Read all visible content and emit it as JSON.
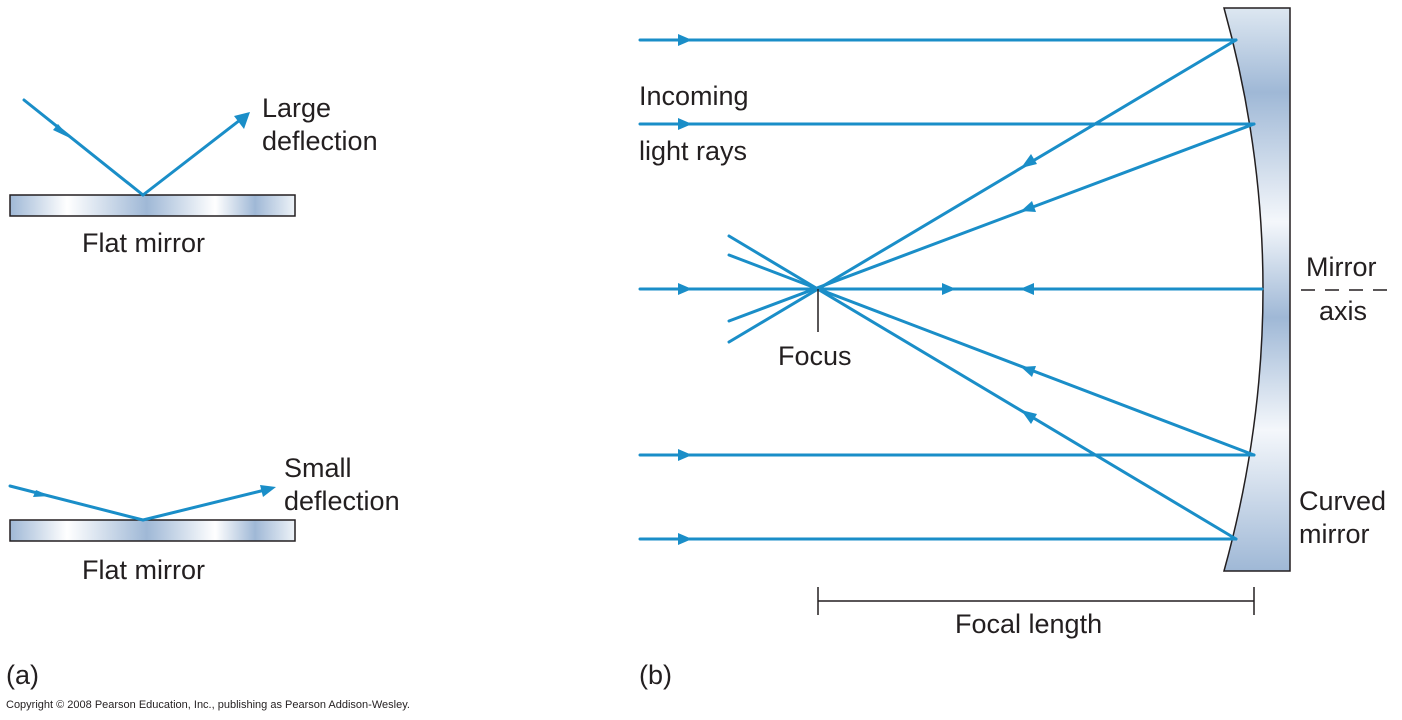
{
  "panel_a": {
    "panel_label": "(a)",
    "top": {
      "deflection_line1": "Large",
      "deflection_line2": "deflection",
      "mirror_label": "Flat mirror"
    },
    "bottom": {
      "deflection_line1": "Small",
      "deflection_line2": "deflection",
      "mirror_label": "Flat mirror"
    }
  },
  "panel_b": {
    "panel_label": "(b)",
    "incoming_line1": "Incoming",
    "incoming_line2": "light rays",
    "focus_label": "Focus",
    "axis_line1": "Mirror",
    "axis_line2": "axis",
    "mirror_line1": "Curved",
    "mirror_line2": "mirror",
    "focal_length_label": "Focal length"
  },
  "copyright": "Copyright © 2008 Pearson Education, Inc., publishing as Pearson Addison-Wesley.",
  "colors": {
    "ray": "#1a8ec8",
    "mirror_light": "#eef3f8",
    "mirror_dark": "#9fb8d6",
    "text": "#231f20"
  }
}
